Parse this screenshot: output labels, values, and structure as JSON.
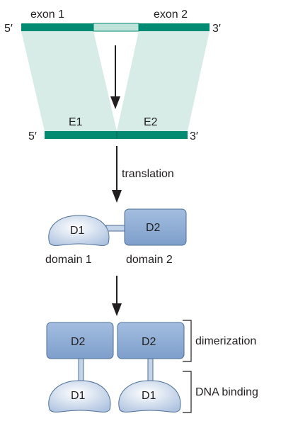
{
  "gene": {
    "exon1_label": "exon 1",
    "exon2_label": "exon 2",
    "five_prime_top": "5′",
    "three_prime_top": "3′"
  },
  "mrna": {
    "e1_label": "E1",
    "e2_label": "E2",
    "five_prime": "5′",
    "three_prime": "3′"
  },
  "steps": {
    "translation_label": "translation"
  },
  "protein": {
    "d1_label": "D1",
    "d2_label": "D2",
    "domain1_label": "domain 1",
    "domain2_label": "domain 2"
  },
  "dimer": {
    "d2_left": "D2",
    "d2_right": "D2",
    "d1_left": "D1",
    "d1_right": "D1",
    "dimerization_label": "dimerization",
    "dna_binding_label": "DNA binding"
  },
  "colors": {
    "exon_green": "#008a72",
    "intron_pale": "#bfe3d8",
    "splice_fill": "#d7ece6",
    "d1_fill": "#c3d3e8",
    "d2_fill": "#8fadd2",
    "outline": "#4d6f96",
    "arrow": "#231f20"
  }
}
